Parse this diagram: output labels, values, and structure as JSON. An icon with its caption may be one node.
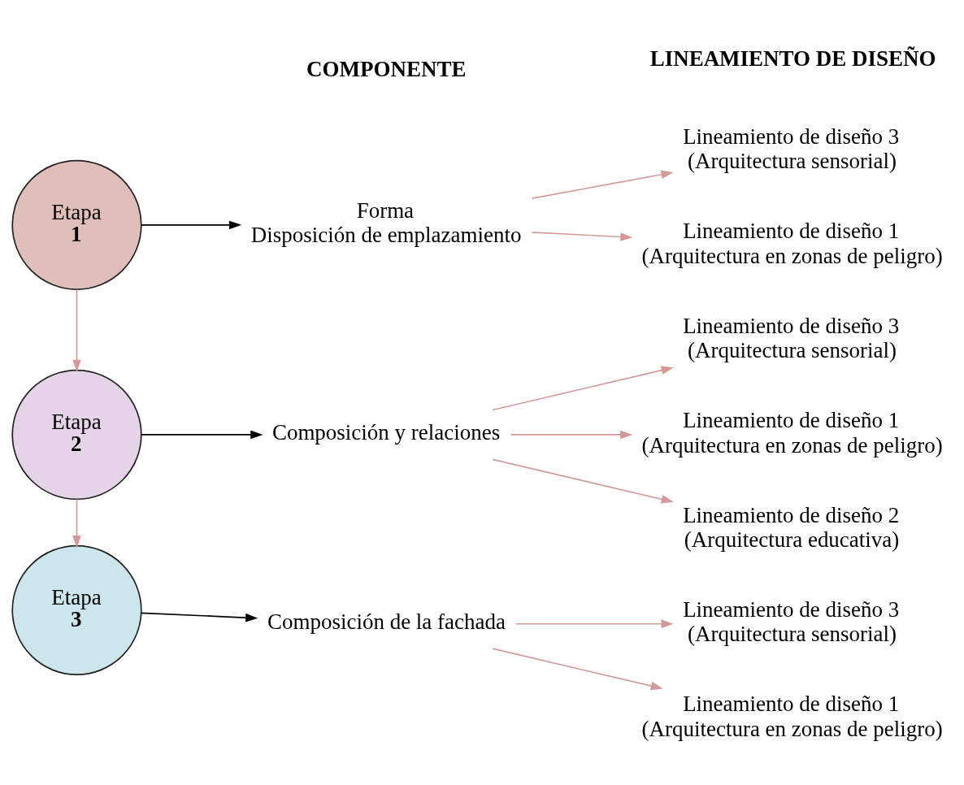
{
  "diagram": {
    "nodes": [
      {
        "text": [
          "Etapa",
          "1"
        ]
      },
      {
        "text": [
          "Forma",
          "Disposición de emplazamiento"
        ]
      },
      {
        "text": [
          "Lineamiento de diseño 1 (Arquitectura en zonas de peligro)"
        ]
      },
      {
        "text": [
          "Lineamiento de diseño 3 (Arquitectura sensorial)"
        ]
      },
      {
        "text": [
          "Etapa",
          "2"
        ]
      },
      {
        "text": [
          "Composición y relaciones"
        ]
      },
      {
        "text": [
          "Lineamiento de diseño 1 (Arquitectura en zonas de peligro)"
        ]
      },
      {
        "text": [
          "Lineamiento de diseño 2 (Arquitectura educativa)"
        ]
      },
      {
        "text": [
          "Lineamiento de diseño 3 (Arquitectura sensorial)"
        ]
      },
      {
        "text": [
          "Etapa",
          "3"
        ]
      },
      {
        "text": [
          "Composición de la fachada"
        ]
      },
      {
        "text": [
          "Lineamiento de diseño 1 (Arquitectura en zonas de peligro)"
        ]
      },
      {
        "text": [
          "Lineamiento de diseño 3 (Arquitectura sensorial)"
        ]
      }
    ],
    "edges": [
      {
        "from": 0,
        "to": 1,
        "arrow": "to",
        "color": "#000000"
      },
      {
        "from": 1,
        "to": 2,
        "arrow": "to"
      },
      {
        "from": 1,
        "to": 3,
        "arrow": "to"
      },
      {
        "from": 0,
        "to": 4,
        "arrow": "to"
      },
      {
        "from": 4,
        "to": 5,
        "arrow": "to",
        "color": "#000000"
      },
      {
        "from": 5,
        "to": 6,
        "arrow": "to"
      },
      {
        "from": 5,
        "to": 7,
        "arrow": "to"
      },
      {
        "from": 5,
        "to": 8,
        "arrow": "to"
      },
      {
        "from": 4,
        "to": 9,
        "arrow": "to"
      },
      {
        "from": 9,
        "to": 10,
        "arrow": "to",
        "color": "#000000"
      },
      {
        "from": 10,
        "to": 11,
        "arrow": "to"
      },
      {
        "from": 10,
        "to": 12,
        "arrow": "to"
      }
    ],
    "labels": [
      "COMPONENTE",
      "LINEAMIENTO DE DISEÑO"
    ]
  }
}
